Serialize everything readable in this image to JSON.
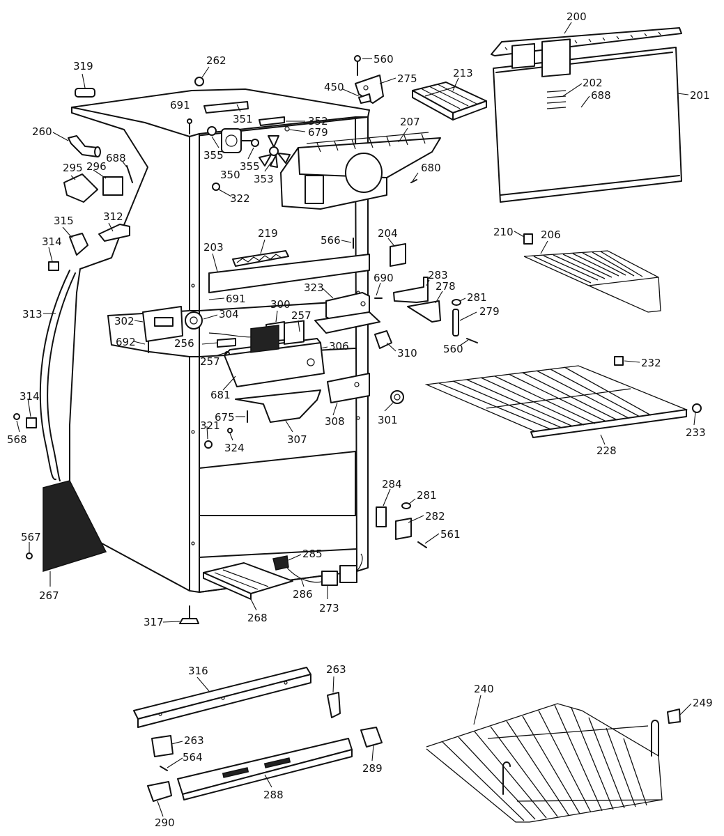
{
  "callouts": [
    {
      "id": "l200",
      "text": "200"
    },
    {
      "id": "l201",
      "text": "201"
    },
    {
      "id": "l202",
      "text": "202"
    },
    {
      "id": "l688a",
      "text": "688"
    },
    {
      "id": "l213",
      "text": "213"
    },
    {
      "id": "l560a",
      "text": "560"
    },
    {
      "id": "l275",
      "text": "275"
    },
    {
      "id": "l450",
      "text": "450"
    },
    {
      "id": "l319",
      "text": "319"
    },
    {
      "id": "l262",
      "text": "262"
    },
    {
      "id": "l691a",
      "text": "691"
    },
    {
      "id": "l351",
      "text": "351"
    },
    {
      "id": "l352",
      "text": "352"
    },
    {
      "id": "l679",
      "text": "679"
    },
    {
      "id": "l207",
      "text": "207"
    },
    {
      "id": "l680",
      "text": "680"
    },
    {
      "id": "l260",
      "text": "260"
    },
    {
      "id": "l688b",
      "text": "688"
    },
    {
      "id": "l295",
      "text": "295"
    },
    {
      "id": "l296",
      "text": "296"
    },
    {
      "id": "l355a",
      "text": "355"
    },
    {
      "id": "l350",
      "text": "350"
    },
    {
      "id": "l355b",
      "text": "355"
    },
    {
      "id": "l353",
      "text": "353"
    },
    {
      "id": "l322",
      "text": "322"
    },
    {
      "id": "l315",
      "text": "315"
    },
    {
      "id": "l312",
      "text": "312"
    },
    {
      "id": "l314a",
      "text": "314"
    },
    {
      "id": "l219",
      "text": "219"
    },
    {
      "id": "l203",
      "text": "203"
    },
    {
      "id": "l566",
      "text": "566"
    },
    {
      "id": "l204",
      "text": "204"
    },
    {
      "id": "l210",
      "text": "210"
    },
    {
      "id": "l206",
      "text": "206"
    },
    {
      "id": "l313",
      "text": "313"
    },
    {
      "id": "l691b",
      "text": "691"
    },
    {
      "id": "l323",
      "text": "323"
    },
    {
      "id": "l690",
      "text": "690"
    },
    {
      "id": "l283",
      "text": "283"
    },
    {
      "id": "l278",
      "text": "278"
    },
    {
      "id": "l281a",
      "text": "281"
    },
    {
      "id": "l279",
      "text": "279"
    },
    {
      "id": "l302",
      "text": "302"
    },
    {
      "id": "l304",
      "text": "304"
    },
    {
      "id": "l300",
      "text": "300"
    },
    {
      "id": "l257a",
      "text": "257"
    },
    {
      "id": "l692",
      "text": "692"
    },
    {
      "id": "l256",
      "text": "256"
    },
    {
      "id": "l306",
      "text": "306"
    },
    {
      "id": "l310",
      "text": "310"
    },
    {
      "id": "l560b",
      "text": "560"
    },
    {
      "id": "l257b",
      "text": "257"
    },
    {
      "id": "l232",
      "text": "232"
    },
    {
      "id": "l681",
      "text": "681"
    },
    {
      "id": "l314b",
      "text": "314"
    },
    {
      "id": "l568",
      "text": "568"
    },
    {
      "id": "l675",
      "text": "675"
    },
    {
      "id": "l308",
      "text": "308"
    },
    {
      "id": "l301",
      "text": "301"
    },
    {
      "id": "l307",
      "text": "307"
    },
    {
      "id": "l321",
      "text": "321"
    },
    {
      "id": "l324",
      "text": "324"
    },
    {
      "id": "l228",
      "text": "228"
    },
    {
      "id": "l233",
      "text": "233"
    },
    {
      "id": "l284",
      "text": "284"
    },
    {
      "id": "l281b",
      "text": "281"
    },
    {
      "id": "l282",
      "text": "282"
    },
    {
      "id": "l561",
      "text": "561"
    },
    {
      "id": "l567",
      "text": "567"
    },
    {
      "id": "l285",
      "text": "285"
    },
    {
      "id": "l267",
      "text": "267"
    },
    {
      "id": "l286",
      "text": "286"
    },
    {
      "id": "l273",
      "text": "273"
    },
    {
      "id": "l268",
      "text": "268"
    },
    {
      "id": "l317",
      "text": "317"
    },
    {
      "id": "l316",
      "text": "316"
    },
    {
      "id": "l263a",
      "text": "263"
    },
    {
      "id": "l240",
      "text": "240"
    },
    {
      "id": "l249",
      "text": "249"
    },
    {
      "id": "l263b",
      "text": "263"
    },
    {
      "id": "l564",
      "text": "564"
    },
    {
      "id": "l289",
      "text": "289"
    },
    {
      "id": "l288",
      "text": "288"
    },
    {
      "id": "l290",
      "text": "290"
    }
  ]
}
